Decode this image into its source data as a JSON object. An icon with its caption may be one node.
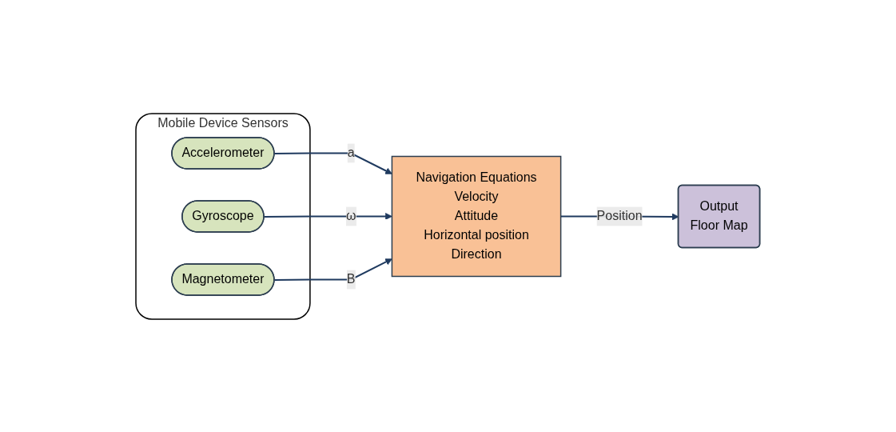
{
  "diagram": {
    "nodes": [
      {
        "text": [
          "Mobile Device Sensors"
        ]
      },
      {
        "text": [
          "Accelerometer"
        ],
        "in": 0
      },
      {
        "text": [
          "Gyroscope"
        ],
        "in": 0
      },
      {
        "text": [
          "Magnetometer"
        ],
        "in": 0
      },
      {
        "text": [
          "Navigation Equations",
          "Velocity",
          "Attitude",
          "Horizontal position",
          "Direction"
        ]
      },
      {
        "text": [
          "Output",
          "Floor Map"
        ]
      }
    ],
    "edges": [
      {
        "from": 1,
        "to": 4,
        "arrow": "to",
        "label": "a"
      },
      {
        "from": 2,
        "to": 4,
        "arrow": "to",
        "label": "ω"
      },
      {
        "from": 3,
        "to": 4,
        "arrow": "to",
        "label": "B"
      },
      {
        "from": 4,
        "to": 5,
        "arrow": "to",
        "label": "Position"
      }
    ]
  }
}
